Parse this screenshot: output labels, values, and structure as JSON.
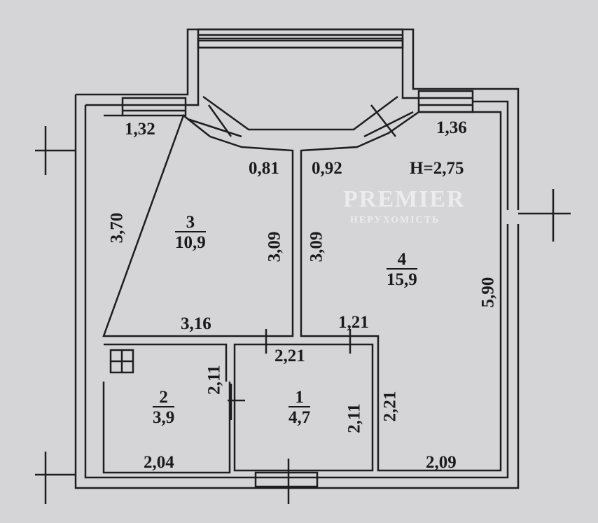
{
  "plan": {
    "ceiling_height": "H=2,75",
    "rooms": [
      {
        "number": "1",
        "area": "4,7"
      },
      {
        "number": "2",
        "area": "3,9"
      },
      {
        "number": "3",
        "area": "10,9"
      },
      {
        "number": "4",
        "area": "15,9"
      }
    ],
    "dimensions": {
      "room3_window": "1,32",
      "room4_window": "1,36",
      "room3_door_side": "0,81",
      "room4_door_side": "0,92",
      "room3_height": "3,70",
      "room3_right": "3,09",
      "room4_left": "3,09",
      "room3_bottom": "3,16",
      "room4_right": "5,90",
      "hall_top": "1,21",
      "room1_top": "2,21",
      "room2_right": "2,11",
      "room1_right": "2,11",
      "room4_lower_left": "2,21",
      "room2_bottom": "2,04",
      "room4_bottom": "2,09"
    }
  },
  "watermark": {
    "brand": "PREMIER",
    "subtitle": "НЕРУХОМІСТЬ"
  },
  "colors": {
    "background": "#d5d5d7",
    "wall": "#1e1e1e"
  }
}
